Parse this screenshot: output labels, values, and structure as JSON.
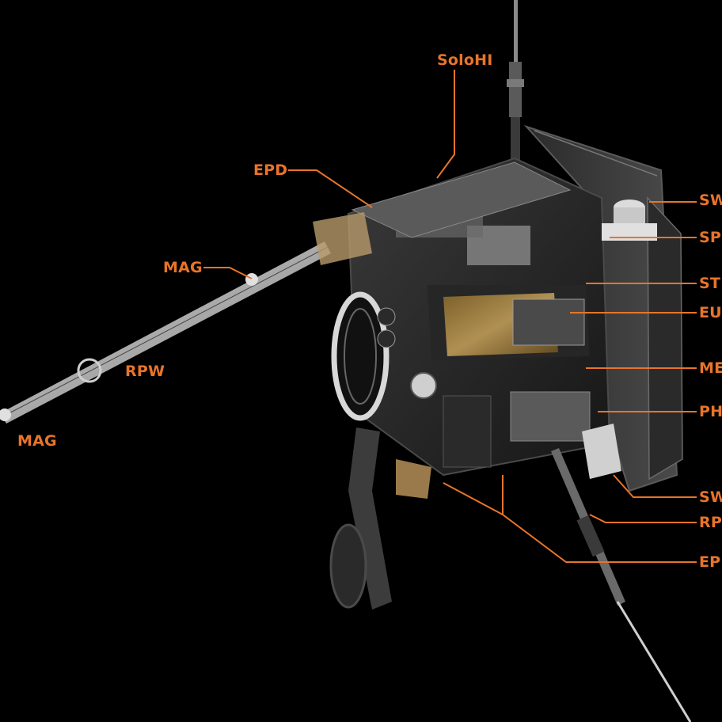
{
  "colors": {
    "background": "#000000",
    "label": "#e8742a",
    "leader_line": "#e8742a"
  },
  "labels": {
    "soloHI": "SoloHI",
    "epd_top": "EPD",
    "mag_boom_mid": "MAG",
    "rpw_boom": "RPW",
    "mag_boom_tip": "MAG",
    "swa_top": "SW",
    "spice": "SP",
    "stix": "ST",
    "eui": "EU",
    "metis": "ME",
    "phi": "PH",
    "swa_bottom": "SW",
    "rpw_bottom": "RP",
    "epd_bottom": "EP"
  }
}
